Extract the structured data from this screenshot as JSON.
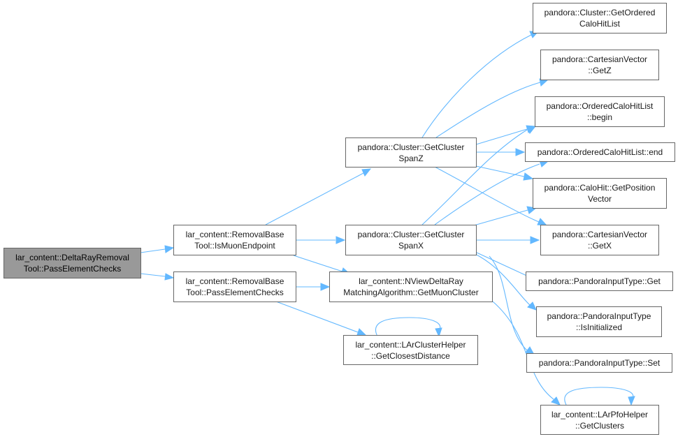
{
  "colors": {
    "edge": "#63b8ff",
    "node_border": "#666666",
    "root_fill": "#999999",
    "node_fill": "#ffffff"
  },
  "nodes": {
    "root": {
      "line1": "lar_content::DeltaRayRemoval",
      "line2": "Tool::PassElementChecks"
    },
    "ismuon": {
      "line1": "lar_content::RemovalBase",
      "line2": "Tool::IsMuonEndpoint"
    },
    "passbase": {
      "line1": "lar_content::RemovalBase",
      "line2": "Tool::PassElementChecks"
    },
    "spanz": {
      "line1": "pandora::Cluster::GetCluster",
      "line2": "SpanZ"
    },
    "spanx": {
      "line1": "pandora::Cluster::GetCluster",
      "line2": "SpanX"
    },
    "muoncl": {
      "line1": "lar_content::NViewDeltaRay",
      "line2": "MatchingAlgorithm::GetMuonCluster"
    },
    "closest": {
      "line1": "lar_content::LArClusterHelper",
      "line2": "::GetClosestDistance"
    },
    "ordered": {
      "line1": "pandora::Cluster::GetOrdered",
      "line2": "CaloHitList"
    },
    "getz": {
      "line1": "pandora::CartesianVector",
      "line2": "::GetZ"
    },
    "begin": {
      "line1": "pandora::OrderedCaloHitList",
      "line2": "::begin"
    },
    "end": {
      "line1": "pandora::OrderedCaloHitList::end",
      "line2": ""
    },
    "getpos": {
      "line1": "pandora::CaloHit::GetPosition",
      "line2": "Vector"
    },
    "getx": {
      "line1": "pandora::CartesianVector",
      "line2": "::GetX"
    },
    "pget": {
      "line1": "pandora::PandoraInputType::Get",
      "line2": ""
    },
    "pinit": {
      "line1": "pandora::PandoraInputType",
      "line2": "::IsInitialized"
    },
    "pset": {
      "line1": "pandora::PandoraInputType::Set",
      "line2": ""
    },
    "pfoclust": {
      "line1": "lar_content::LArPfoHelper",
      "line2": "::GetClusters"
    }
  }
}
